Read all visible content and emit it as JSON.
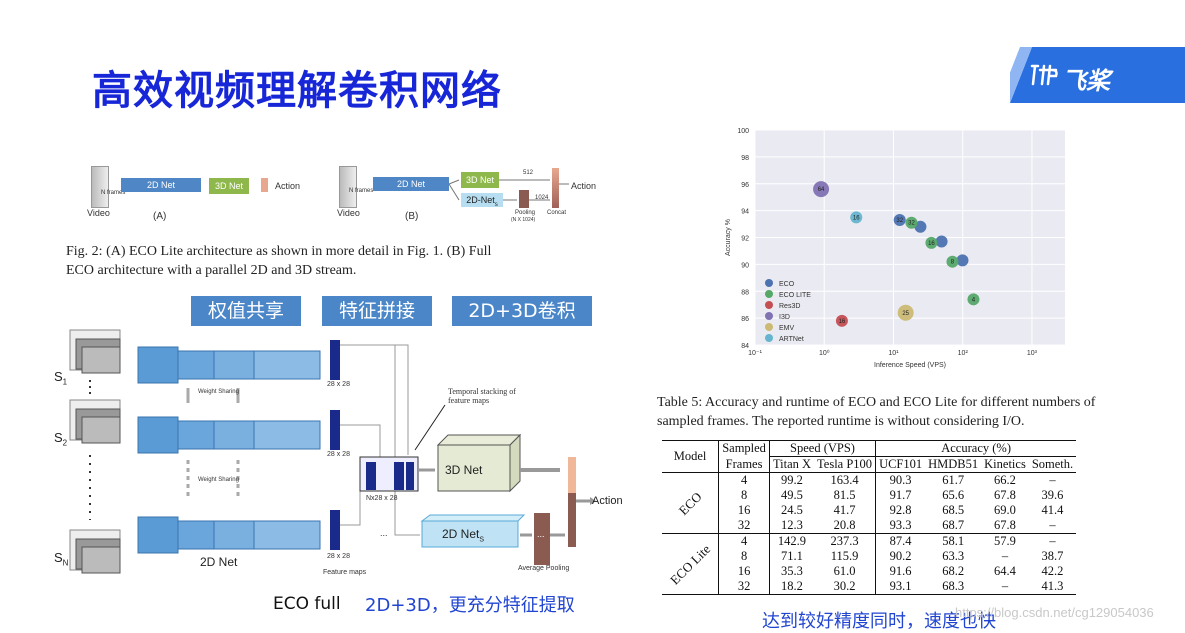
{
  "slide": {
    "title": "高效视频理解卷积网络",
    "brand": "飞桨",
    "watermark": "https://blog.csdn.net/cg129054036"
  },
  "fig2": {
    "video_a": "Video",
    "nframes_a": "N frames",
    "net2d_a": "2D Net",
    "net3d_a": "3D Net",
    "action_a": "Action",
    "label_a": "(A)",
    "video_b": "Video",
    "nframes_b": "N frames",
    "net2d_b": "2D Net",
    "net3d_b": "3D Net",
    "net2ds_b": "2D-Net",
    "net2ds_sub": "s",
    "dim512": "512",
    "dim1024": "1024",
    "pooling": "Pooling",
    "pooling2": "(N X 1024)",
    "concat": "Concat",
    "action_b": "Action",
    "label_b": "(B)",
    "caption_line1": "Fig. 2: (A) ECO Lite architecture as shown in more detail in Fig. 1. (B) Full",
    "caption_line2": "ECO architecture with a parallel 2D and 3D stream."
  },
  "tags": [
    "权值共享",
    "特征拼接",
    "2D+3D卷积"
  ],
  "arch": {
    "s1": "S",
    "s1_sub": "1",
    "s2": "S",
    "s2_sub": "2",
    "sn": "S",
    "sn_sub": "N",
    "weight_sharing_1": "Weight Sharing",
    "weight_sharing_2": "Weight Sharing",
    "map1": "28 x 28",
    "map2": "28 x 28",
    "map3": "28 x 28",
    "feature_maps": "Feature maps",
    "net2d": "2D Net",
    "temporal": "Temporal stacking of",
    "temporal2": "feature maps",
    "nx": "Nx28 x 28",
    "net3d": "3D Net",
    "net2ds": "2D Net",
    "net2ds_sub": "S",
    "avg_pool": "Average Pooling",
    "action": "Action",
    "dots": "...",
    "vdots": "⋮"
  },
  "notes": {
    "eco_full": "ECO full",
    "eco_full_note": "2D+3D，更充分特征提取",
    "bottom_note": "达到较好精度同时，速度也快"
  },
  "scatter": {
    "ylabel": "Accuracy %",
    "xlabel": "Inference Speed (VPS)",
    "yticks": [
      "84",
      "86",
      "88",
      "90",
      "92",
      "94",
      "96",
      "98",
      "100"
    ],
    "xticks": [
      "10⁻¹",
      "10⁰",
      "10¹",
      "10²",
      "10³"
    ],
    "legend": [
      "ECO",
      "ECO LITE",
      "Res3D",
      "I3D",
      "EMV",
      "ARTNet"
    ],
    "colors": {
      "ECO": "#4c72b0",
      "ECO LITE": "#55a868",
      "Res3D": "#c44e52",
      "I3D": "#8172b2",
      "EMV": "#ccb974",
      "ARTNet": "#64b5cd"
    }
  },
  "chart_data": {
    "type": "scatter",
    "xlabel": "Inference Speed (VPS)",
    "ylabel": "Accuracy %",
    "xscale": "log",
    "xlim": [
      0.1,
      3000
    ],
    "ylim": [
      84,
      100
    ],
    "grid": true,
    "legend_position": "lower-left",
    "series": [
      {
        "name": "ECO",
        "points": [
          {
            "x": 12.3,
            "y": 93.3,
            "label": "32"
          },
          {
            "x": 24.5,
            "y": 92.8,
            "label": ""
          },
          {
            "x": 49.5,
            "y": 91.7,
            "label": ""
          },
          {
            "x": 99.2,
            "y": 90.3,
            "label": ""
          }
        ]
      },
      {
        "name": "ECO LITE",
        "points": [
          {
            "x": 18.2,
            "y": 93.1,
            "label": "32"
          },
          {
            "x": 35.3,
            "y": 91.6,
            "label": "16"
          },
          {
            "x": 71.1,
            "y": 90.2,
            "label": "8"
          },
          {
            "x": 142.9,
            "y": 87.4,
            "label": "4"
          }
        ]
      },
      {
        "name": "Res3D",
        "points": [
          {
            "x": 1.8,
            "y": 85.8,
            "label": "16"
          }
        ]
      },
      {
        "name": "I3D",
        "points": [
          {
            "x": 0.9,
            "y": 95.6,
            "label": "64"
          }
        ]
      },
      {
        "name": "EMV",
        "points": [
          {
            "x": 15,
            "y": 86.4,
            "label": "25"
          }
        ]
      },
      {
        "name": "ARTNet",
        "points": [
          {
            "x": 2.9,
            "y": 93.5,
            "label": "16"
          }
        ]
      }
    ]
  },
  "table": {
    "caption_line1": "Table 5: Accuracy and runtime of ECO and ECO Lite for different numbers of",
    "caption_line2": "sampled frames. The reported runtime is without considering I/O.",
    "h_model": "Model",
    "h_sampled": "Sampled",
    "h_frames": "Frames",
    "h_speed": "Speed (VPS)",
    "h_accuracy": "Accuracy (%)",
    "h_titan": "Titan X",
    "h_tesla": "Tesla P100",
    "h_ucf": "UCF101",
    "h_hmdb": "HMDB51",
    "h_kinetics": "Kinetics",
    "h_someth": "Someth.",
    "groups": [
      {
        "model": "ECO",
        "rows": [
          [
            "4",
            "99.2",
            "163.4",
            "90.3",
            "61.7",
            "66.2",
            "–"
          ],
          [
            "8",
            "49.5",
            "81.5",
            "91.7",
            "65.6",
            "67.8",
            "39.6"
          ],
          [
            "16",
            "24.5",
            "41.7",
            "92.8",
            "68.5",
            "69.0",
            "41.4"
          ],
          [
            "32",
            "12.3",
            "20.8",
            "93.3",
            "68.7",
            "67.8",
            "–"
          ]
        ]
      },
      {
        "model": "ECO Lite",
        "rows": [
          [
            "4",
            "142.9",
            "237.3",
            "87.4",
            "58.1",
            "57.9",
            "–"
          ],
          [
            "8",
            "71.1",
            "115.9",
            "90.2",
            "63.3",
            "–",
            "38.7"
          ],
          [
            "16",
            "35.3",
            "61.0",
            "91.6",
            "68.2",
            "64.4",
            "42.2"
          ],
          [
            "32",
            "18.2",
            "30.2",
            "93.1",
            "68.3",
            "–",
            "41.3"
          ]
        ]
      }
    ]
  }
}
